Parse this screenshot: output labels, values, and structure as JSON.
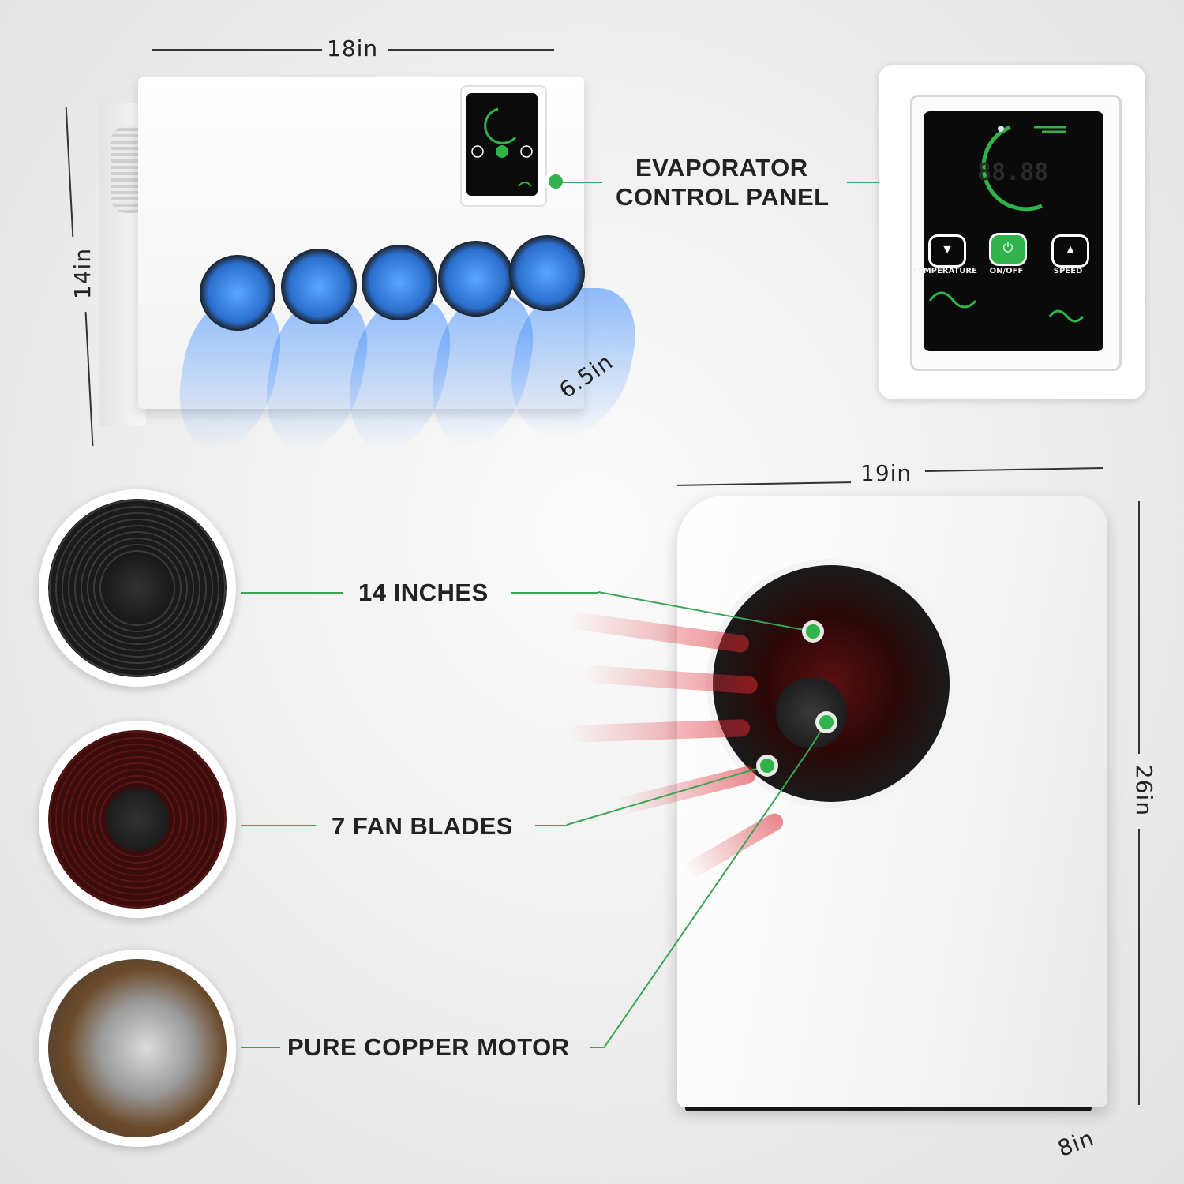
{
  "dimensions": {
    "evap_width": "18in",
    "evap_height": "14in",
    "evap_depth": "6.5in",
    "cond_width": "19in",
    "cond_height": "26in",
    "cond_depth": "8in"
  },
  "callouts": {
    "control_panel": [
      "EVAPORATOR",
      "CONTROL PANEL"
    ],
    "fan_size": "14 INCHES",
    "fan_blades": "7 FAN BLADES",
    "motor": "PURE COPPER MOTOR"
  },
  "control_panel": {
    "buttons": [
      {
        "icon": "triangle-down-icon",
        "label": "TEMPERATURE"
      },
      {
        "icon": "power-icon",
        "label": "ON/OFF"
      },
      {
        "icon": "triangle-up-icon",
        "label": "SPEED"
      }
    ],
    "display": "88.88"
  },
  "colors": {
    "accent_green": "#2fb34a",
    "cool_blue": "#3c8cff",
    "heat_red": "#dc2832"
  }
}
